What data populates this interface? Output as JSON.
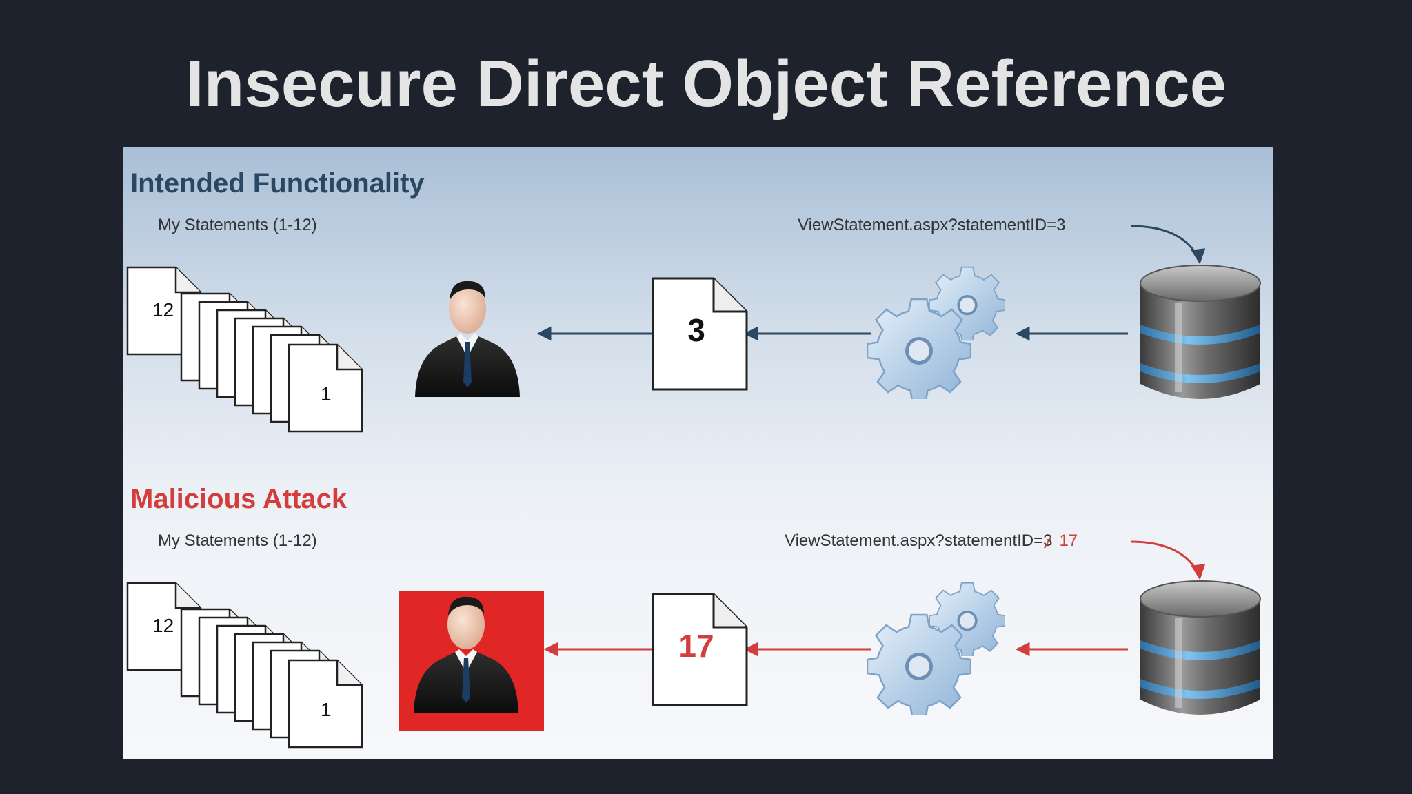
{
  "slide": {
    "title": "Insecure Direct Object Reference"
  },
  "intended": {
    "heading": "Intended Functionality",
    "my_statements": "My Statements (1-12)",
    "stack_top_number": "12",
    "stack_bottom_number": "1",
    "url": "ViewStatement.aspx?statementID=3",
    "statement_number": "3",
    "arrow_color": "#2b4863"
  },
  "attack": {
    "heading": "Malicious Attack",
    "my_statements": "My Statements (1-12)",
    "stack_top_number": "12",
    "stack_bottom_number": "1",
    "url_prefix": "ViewStatement.aspx?statementID=",
    "url_old_id": "3",
    "url_new_id": "17",
    "statement_number": "17",
    "arrow_color": "#d43d3d",
    "highlight_color": "#e12725"
  },
  "icons": {
    "user": "person-icon",
    "document": "document-icon",
    "server": "gears-icon",
    "database": "database-icon"
  },
  "colors": {
    "background": "#1e222d",
    "title": "#e4e4e4",
    "heading_blue": "#2b4863",
    "heading_red": "#d43d3d"
  }
}
